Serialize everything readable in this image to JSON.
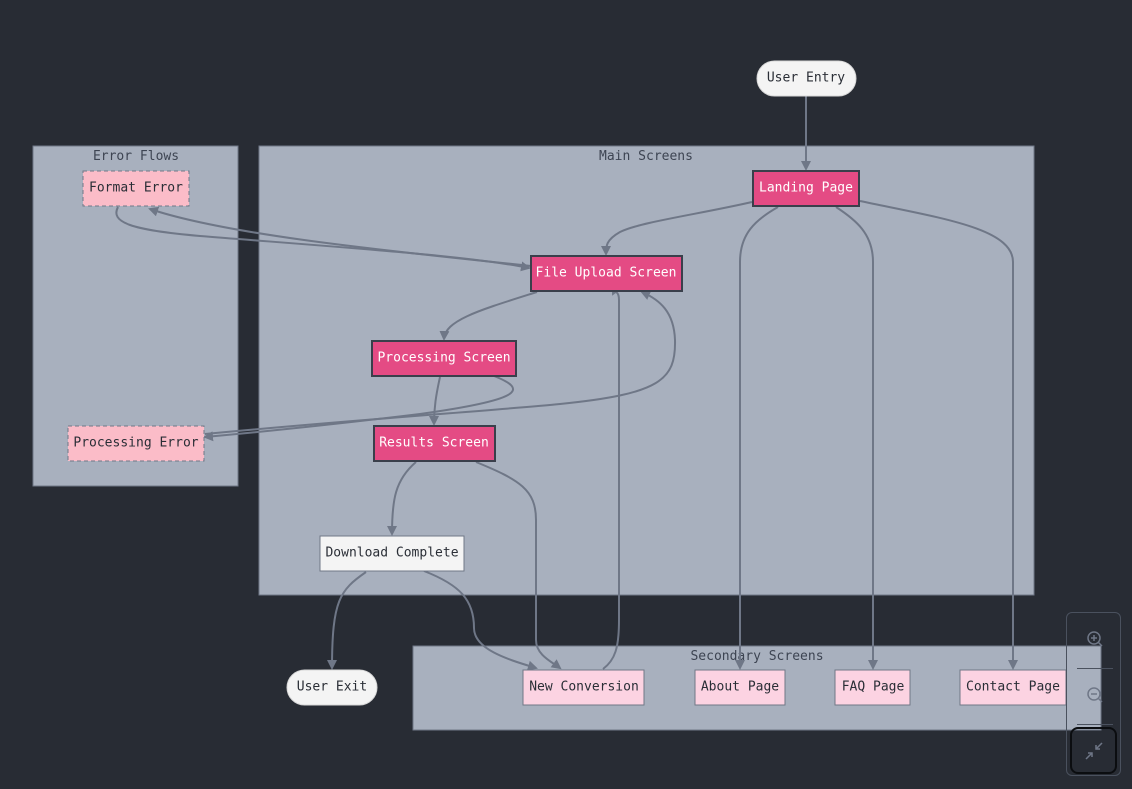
{
  "diagram": {
    "clusters": {
      "error": {
        "label": "Error Flows"
      },
      "main": {
        "label": "Main Screens"
      },
      "secondary": {
        "label": "Secondary Screens"
      }
    },
    "nodes": {
      "user_entry": "User Entry",
      "landing": "Landing Page",
      "upload": "File Upload Screen",
      "processing": "Processing Screen",
      "results": "Results Screen",
      "download": "Download Complete",
      "user_exit": "User Exit",
      "new_conversion": "New Conversion",
      "about": "About Page",
      "faq": "FAQ Page",
      "contact": "Contact Page",
      "format_error": "Format Error",
      "processing_error": "Processing Error"
    },
    "edges": [
      {
        "from": "User Entry",
        "to": "Landing Page"
      },
      {
        "from": "Landing Page",
        "to": "File Upload Screen"
      },
      {
        "from": "Landing Page",
        "to": "About Page"
      },
      {
        "from": "Landing Page",
        "to": "FAQ Page"
      },
      {
        "from": "Landing Page",
        "to": "Contact Page"
      },
      {
        "from": "File Upload Screen",
        "to": "Processing Screen"
      },
      {
        "from": "File Upload Screen",
        "to": "Format Error"
      },
      {
        "from": "Format Error",
        "to": "File Upload Screen"
      },
      {
        "from": "Processing Screen",
        "to": "Results Screen"
      },
      {
        "from": "Processing Screen",
        "to": "Processing Error"
      },
      {
        "from": "Processing Error",
        "to": "File Upload Screen"
      },
      {
        "from": "Results Screen",
        "to": "Download Complete"
      },
      {
        "from": "Results Screen",
        "to": "New Conversion"
      },
      {
        "from": "Download Complete",
        "to": "User Exit"
      },
      {
        "from": "Download Complete",
        "to": "New Conversion"
      },
      {
        "from": "New Conversion",
        "to": "File Upload Screen"
      }
    ],
    "colors": {
      "background": "#282c34",
      "cluster_fill": "#a8b0be",
      "main_node": "#e44b84",
      "secondary_node": "#fcd3e2",
      "error_node": "#fbbcc8",
      "edge": "#6f7787"
    }
  },
  "controls": {
    "zoom_in_icon": "zoom-in-icon",
    "zoom_out_icon": "zoom-out-icon",
    "fit_icon": "collapse-arrows-icon"
  }
}
